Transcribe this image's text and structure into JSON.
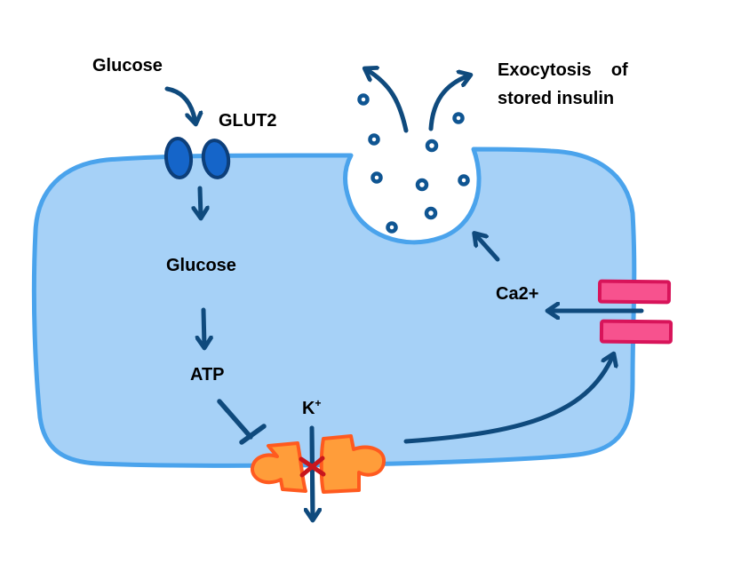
{
  "title": "Glucose-stimulated insulin secretion in a pancreatic beta cell",
  "colors": {
    "cell_fill": "#a6d1f7",
    "cell_membrane": "#4aa3ec",
    "arrow": "#0f4a7d",
    "glut2_fill": "#1565c9",
    "glut2_stroke": "#0d3f7a",
    "katp_fill": "#ff9d3a",
    "katp_stroke": "#ff5a1f",
    "block_x": "#c8161d",
    "ca_channel_fill": "#f7528e",
    "ca_channel_stroke": "#d8145a",
    "granule": "#0f5592"
  },
  "labels": {
    "glucose_outside": "Glucose",
    "glut2": "GLUT2",
    "glucose_inside": "Glucose",
    "atp": "ATP",
    "k_ion": "K",
    "k_charge": "+",
    "ca_ion": "Ca2+",
    "exocytosis_line1": "Exocytosis    of",
    "exocytosis_line2": "stored insulin"
  },
  "pathway": [
    {
      "from": "Glucose (extracellular)",
      "to": "GLUT2",
      "relation": "transport"
    },
    {
      "from": "GLUT2",
      "to": "Glucose (intracellular)",
      "relation": "uptake"
    },
    {
      "from": "Glucose (intracellular)",
      "to": "ATP",
      "relation": "metabolism"
    },
    {
      "from": "ATP",
      "to": "K-ATP channel",
      "relation": "inhibits"
    },
    {
      "from": "K-ATP channel",
      "to": "K+ efflux",
      "relation": "blocked"
    },
    {
      "from": "K-ATP channel closure",
      "to": "Ca2+ channel",
      "relation": "depolarization opens"
    },
    {
      "from": "Ca2+ channel",
      "to": "Ca2+ influx",
      "relation": "influx"
    },
    {
      "from": "Ca2+",
      "to": "Insulin granules",
      "relation": "triggers exocytosis"
    }
  ]
}
